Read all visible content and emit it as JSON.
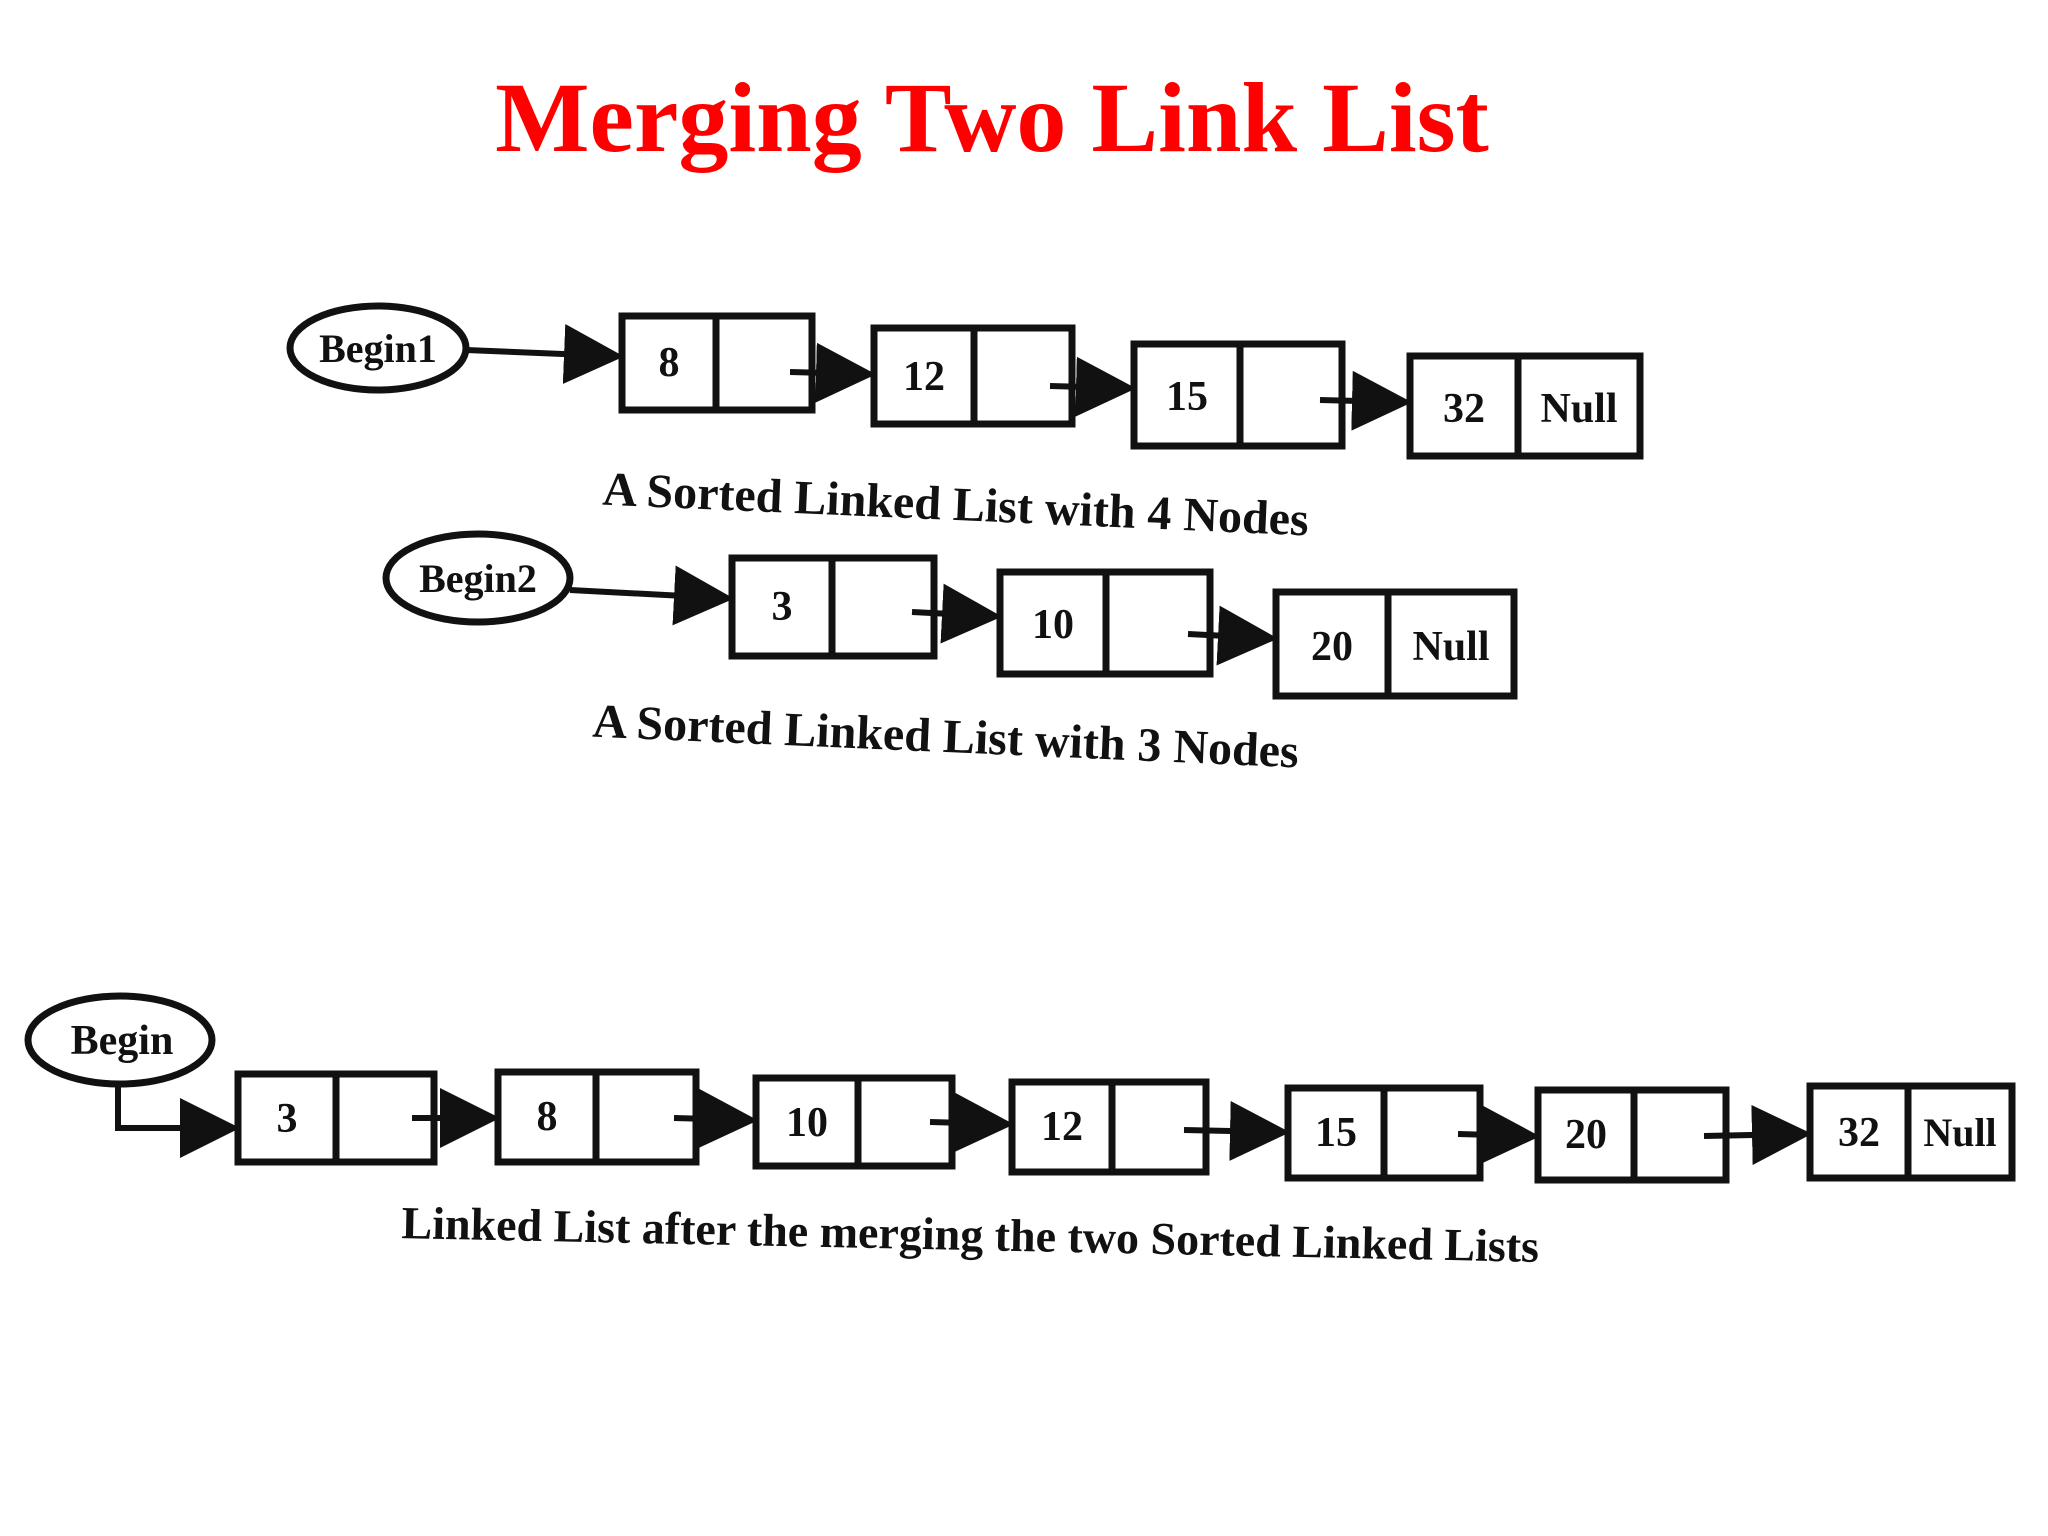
{
  "title": "Merging Two Link List",
  "colors": {
    "title": "#ff0000",
    "ink": "#111111",
    "background": "#ffffff"
  },
  "lists": [
    {
      "head": "Begin1",
      "nodes": [
        "8",
        "12",
        "15",
        "32"
      ],
      "terminator": "Null",
      "caption": "A Sorted Linked List with 4 Nodes"
    },
    {
      "head": "Begin2",
      "nodes": [
        "3",
        "10",
        "20"
      ],
      "terminator": "Null",
      "caption": "A Sorted Linked List with 3 Nodes"
    },
    {
      "head": "Begin",
      "nodes": [
        "3",
        "8",
        "10",
        "12",
        "15",
        "20",
        "32"
      ],
      "terminator": "Null",
      "caption": "Linked List after the merging the two Sorted Linked Lists"
    }
  ]
}
